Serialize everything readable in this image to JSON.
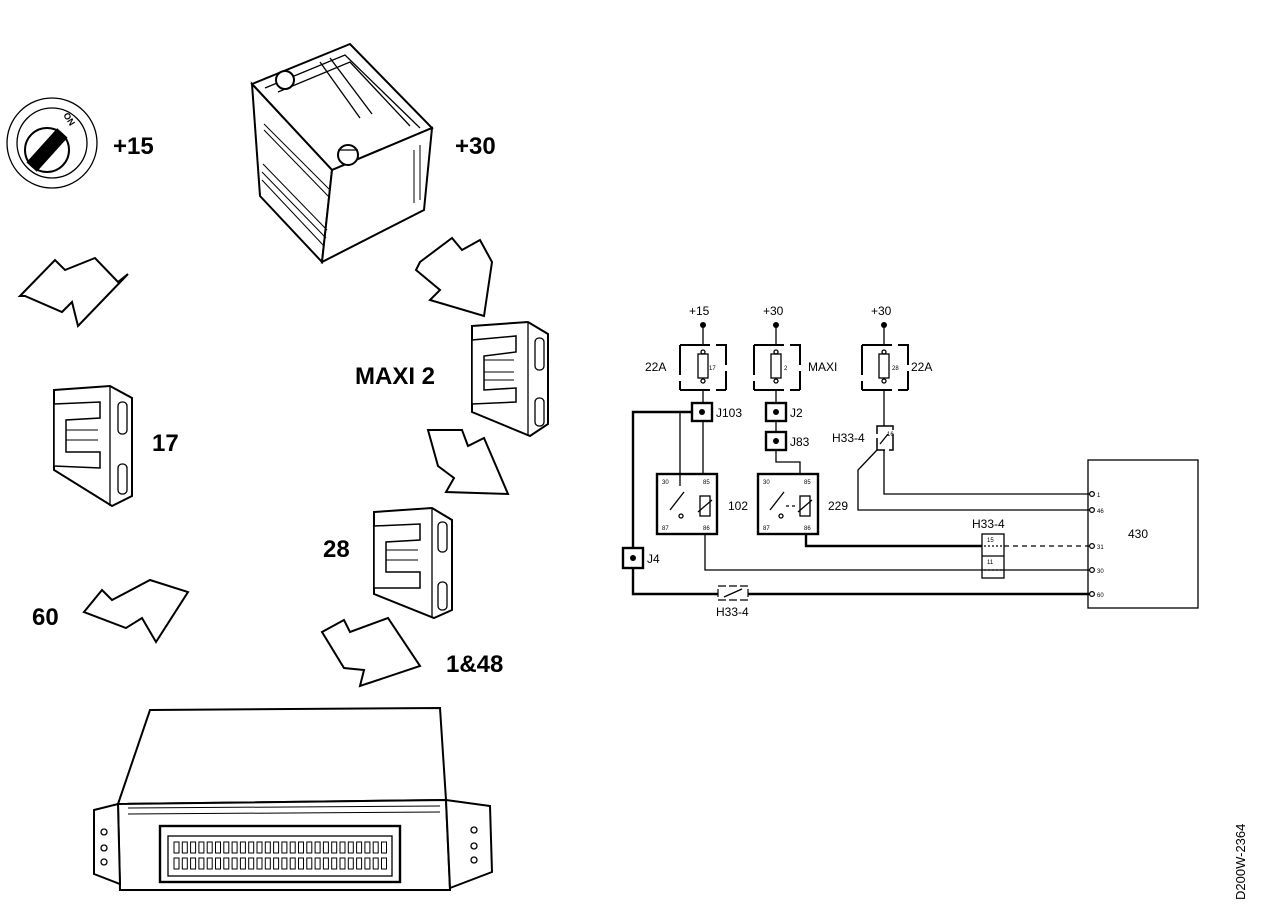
{
  "pictorial": {
    "ignition_label": "+15",
    "ignition_on_text": "ON",
    "battery_label": "+30",
    "maxi_fuse_label": "MAXI 2",
    "fuse_17_label": "17",
    "fuse_28_label": "28",
    "flow_60_label": "60",
    "flow_1_48_label": "1&48"
  },
  "schematic": {
    "supply_1": "+15",
    "supply_2": "+30",
    "supply_3": "+30",
    "fuse_1_rating": "22A",
    "fuse_1_number": "17",
    "fuse_2_number": "2",
    "fuse_2_type": "MAXI",
    "fuse_3_number": "28",
    "fuse_3_rating": "22A",
    "joint_j103": "J103",
    "joint_j2": "J2",
    "joint_j83": "J83",
    "joint_j4": "J4",
    "connector_h33_top": "H33-4",
    "connector_h33_mid": "H33-4",
    "connector_h33_bottom": "H33-4",
    "h33_mid_pin_a": "15",
    "h33_mid_pin_b": "11",
    "h33_top_pin": "16",
    "relay_102": "102",
    "relay_229": "229",
    "relay_102_pins": [
      "30",
      "85",
      "87",
      "86"
    ],
    "relay_229_pins": [
      "30",
      "85",
      "87",
      "86"
    ],
    "ecm_label": "430",
    "ecm_pins": [
      "1",
      "46",
      "31",
      "30",
      "60"
    ]
  },
  "figure_id": "D200W-2364"
}
